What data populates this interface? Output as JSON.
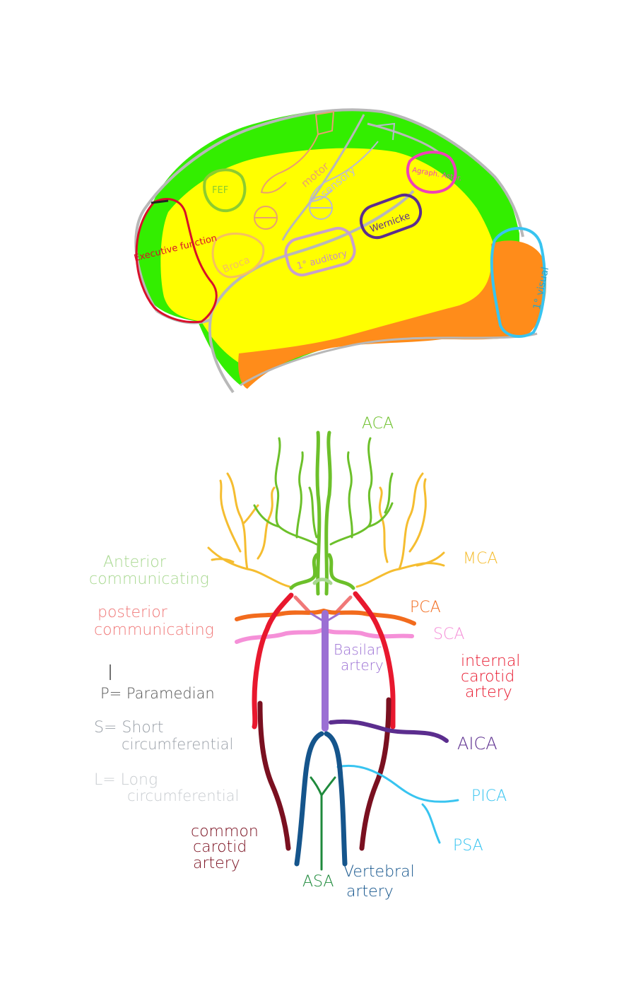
{
  "brain": {
    "regions": {
      "executive": "Executive function",
      "fef": "FEF",
      "motor": "motor",
      "sensory": "sensory",
      "broca": "Broca",
      "auditory": "1° auditory",
      "wernicke": "Wernicke",
      "agraphia": "Agraph. Aster.",
      "visual": "1° visual"
    },
    "colors": {
      "aca_territory": "#33ee00",
      "mca_territory": "#ffff00",
      "pca_territory": "#ff8c1a",
      "outline": "#b8b8b8"
    }
  },
  "arteries": {
    "aca": "ACA",
    "mca": "MCA",
    "anterior_communicating": [
      "Anterior",
      "communicating"
    ],
    "posterior_communicating": [
      "posterior",
      "communicating"
    ],
    "pca": "PCA",
    "sca": "SCA",
    "basilar": [
      "Basilar",
      "artery"
    ],
    "internal_carotid": [
      "internal",
      "carotid",
      "artery"
    ],
    "aica": "AICA",
    "pica": "PICA",
    "psa": "PSA",
    "asa": "ASA",
    "vertebral": [
      "Vertebral",
      "artery"
    ],
    "common_carotid": [
      "common",
      "carotid",
      "artery"
    ]
  },
  "legend": {
    "p": "P= Paramedian",
    "s": [
      "S= Short",
      "circumferential"
    ],
    "l": [
      "L= Long",
      "circumferential"
    ]
  },
  "colors": {
    "aca": "#6cc02a",
    "mca": "#f5bd30",
    "acom": "#a8d890",
    "pcom": "#f07878",
    "pca": "#f26b1d",
    "sca": "#f590d8",
    "basilar": "#9b6fd4",
    "ica": "#e8182e",
    "aica": "#5b2d8e",
    "pica": "#38c4f0",
    "asa": "#1f8a3c",
    "vertebral": "#15558c",
    "cca": "#7a1020"
  }
}
